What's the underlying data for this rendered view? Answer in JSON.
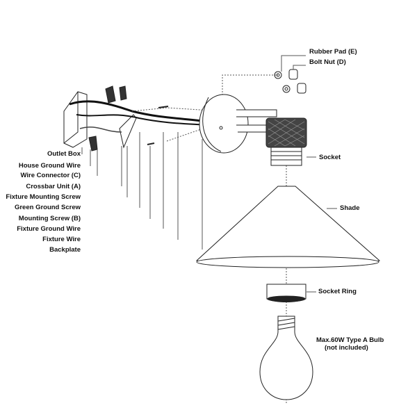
{
  "labels_right": {
    "rubber_pad": "Rubber Pad (E)",
    "bolt_nut": "Bolt Nut (D)",
    "socket": "Socket",
    "shade": "Shade",
    "socket_ring": "Socket Ring",
    "bulb_line1": "Max.60W Type A Bulb",
    "bulb_line2": "(not included)"
  },
  "labels_left": [
    "Outlet Box",
    "House Ground Wire",
    "Wire Connector (C)",
    "Crossbar Unit (A)",
    "Fixture Mounting Screw",
    "Green Ground Screw",
    "Mounting Screw (B)",
    "Fixture Ground Wire",
    "Fixture Wire",
    "Backplate"
  ]
}
